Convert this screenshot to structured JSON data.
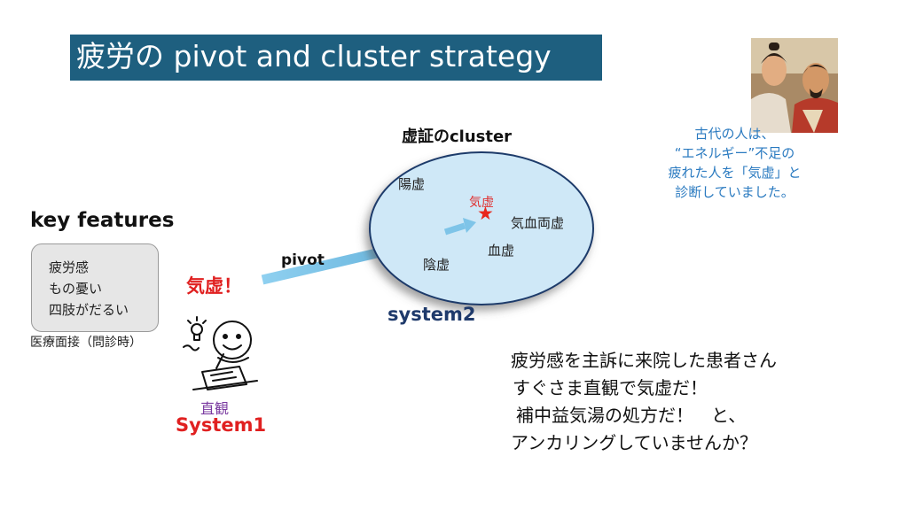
{
  "title": {
    "prefix": "疲労の ",
    "suffix": "pivot and cluster strategy"
  },
  "cluster": {
    "title": "虚証のcluster",
    "members": {
      "yokyo": "陽虚",
      "kiyo": "気虚",
      "kiketsu": "気血両虚",
      "inkyo": "陰虚",
      "kekkyo": "血虚"
    },
    "system_label": "system2",
    "star_symbol": "★"
  },
  "pivot_label": "pivot",
  "diagnosis_label": "気虚！",
  "key_features": {
    "heading": "key features",
    "items": [
      "疲労感",
      "もの憂い",
      "四肢がだるい"
    ],
    "caption": "医療面接（問診時）"
  },
  "system1": {
    "subtitle": "直観",
    "label": "System1"
  },
  "ancient_note": [
    "古代の人は、",
    "“エネルギー”不足の",
    "疲れた人を「気虚」と",
    "診断していました。"
  ],
  "bottom_note": [
    "疲労感を主訴に来院した患者さん",
    "すぐさま直観で気虚だ！",
    "補中益気湯の処方だ！　と、",
    "アンカリングしていませんか？"
  ],
  "colors": {
    "title_bg": "#1e5f7f",
    "ellipse_fill": "#cfe8f7",
    "arrow": "#7ec4e8",
    "accent_red": "#e02020",
    "system2_navy": "#1f3a6b",
    "note_blue": "#2a7ac0"
  }
}
